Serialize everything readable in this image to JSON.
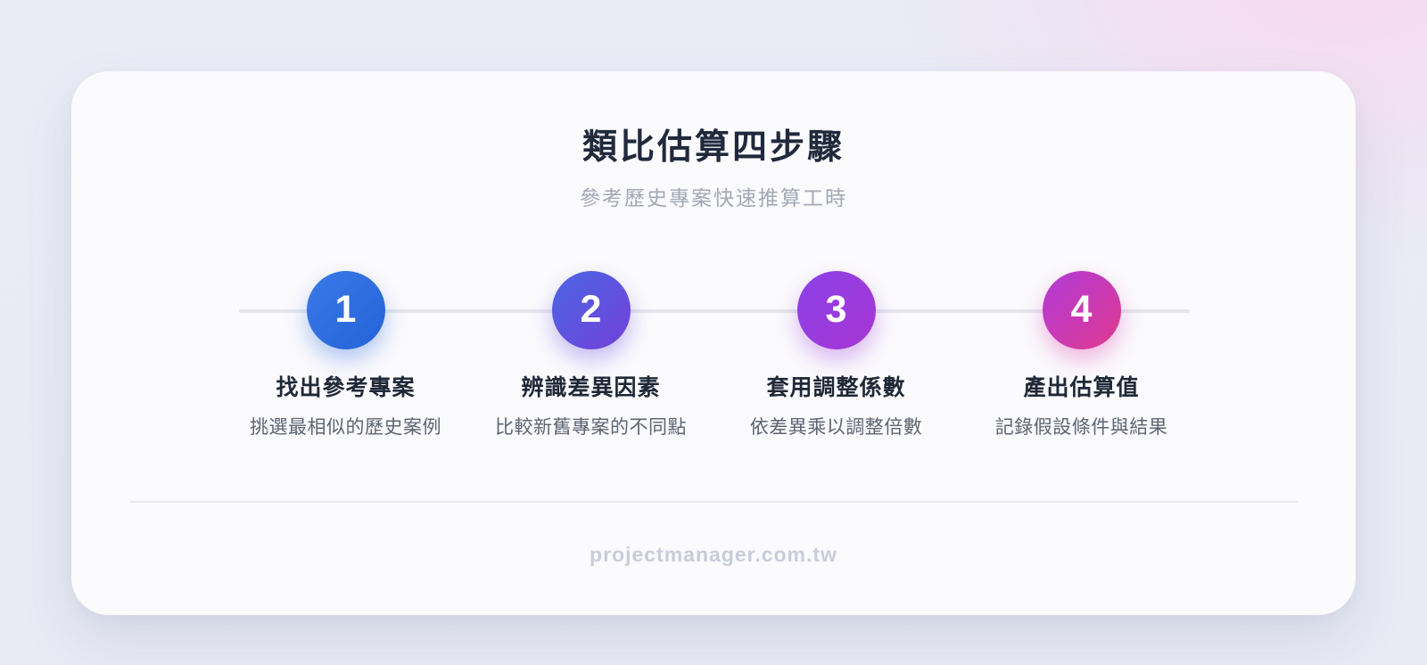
{
  "header": {
    "title": "類比估算四步驟",
    "subtitle": "參考歷史專案快速推算工時"
  },
  "steps": [
    {
      "number": "1",
      "title": "找出參考專案",
      "description": "挑選最相似的歷史案例",
      "circle_gradient": [
        "#3b79e8",
        "#2463d8"
      ],
      "circle_shadow": "rgba(41, 103, 221, 0.35)"
    },
    {
      "number": "2",
      "title": "辨識差異因素",
      "description": "比較新舊專案的不同點",
      "circle_gradient": [
        "#4a66e3",
        "#7340da"
      ],
      "circle_shadow": "rgba(98, 73, 221, 0.35)"
    },
    {
      "number": "3",
      "title": "套用調整係數",
      "description": "依差異乘以調整倍數",
      "circle_gradient": [
        "#8a42e9",
        "#a935d3"
      ],
      "circle_shadow": "rgba(154, 59, 222, 0.35)"
    },
    {
      "number": "4",
      "title": "產出估算值",
      "description": "記錄假設條件與結果",
      "circle_gradient": [
        "#b13bd9",
        "#e1398f"
      ],
      "circle_shadow": "rgba(212, 58, 165, 0.35)"
    }
  ],
  "footer": {
    "site": "projectmanager.com.tw"
  },
  "colors": {
    "background": "#e9eaf4",
    "background_glow": "#f8d8f0",
    "card": "#fbfafd",
    "title_text": "#202a3c",
    "subtitle_text": "#a2a9b6",
    "step_title_text": "#1f2837",
    "step_desc_text": "#5d6572",
    "timeline_line": "#e4e6eb",
    "divider": "#e9e9f0",
    "footer_text": "#c7cdda"
  }
}
